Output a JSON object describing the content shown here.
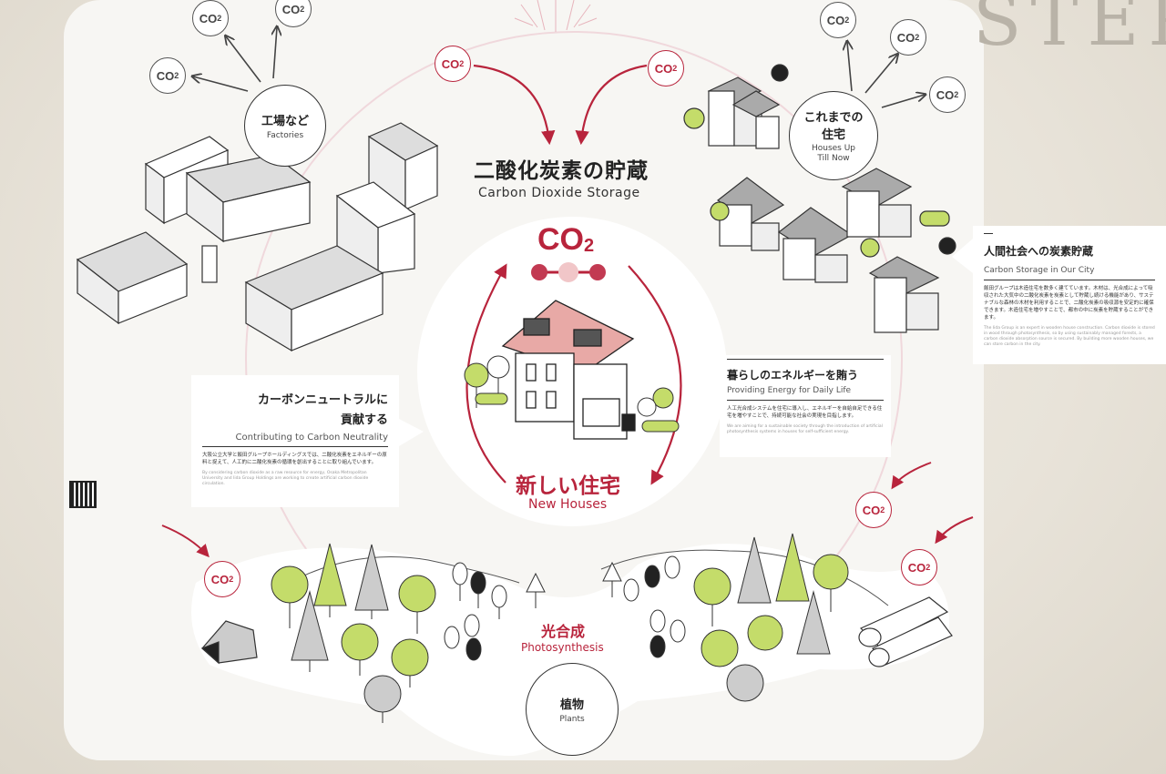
{
  "step_heading": "STEP",
  "co2_label": "CO",
  "co2_sub": "2",
  "factories": {
    "jp": "工場など",
    "en": "Factories"
  },
  "houses_up": {
    "jp1": "これまでの",
    "jp2": "住宅",
    "en1": "Houses Up",
    "en2": "Till Now"
  },
  "storage": {
    "jp": "二酸化炭素の貯蔵",
    "en": "Carbon Dioxide Storage"
  },
  "center_co2": {
    "main": "CO",
    "sub": "2"
  },
  "new_houses": {
    "jp": "新しい住宅",
    "en": "New Houses"
  },
  "photosynthesis": {
    "jp": "光合成",
    "en": "Photosynthesis"
  },
  "plants": {
    "jp": "植物",
    "en": "Plants"
  },
  "energy_box": {
    "title_jp": "暮らしのエネルギーを賄う",
    "title_en": "Providing Energy for Daily Life",
    "body_jp": "人工光合成システムを住宅に導入し、エネルギーを自給自足できる住宅を増やすことで、持続可能な社会の実現を目指します。",
    "body_en": "We are aiming for a sustainable society through the introduction of artificial photosynthesis systems in houses for self-sufficient energy."
  },
  "carbon_box": {
    "title_jp1": "カーボンニュートラルに",
    "title_jp2": "貢献する",
    "title_en": "Contributing to Carbon Neutrality",
    "body_jp": "大阪公立大学と飯田グループホールディングスでは、二酸化炭素をエネルギーの原料と捉えて、人工的に二酸化炭素の循環を創出することに取り組んでいます。",
    "body_en": "By considering carbon dioxide as a raw resource for energy, Osaka Metropolitan University and Iida Group Holdings are working to create artificial carbon dioxide circulation."
  },
  "city_box": {
    "title_jp": "人間社会への炭素貯蔵",
    "title_en": "Carbon Storage in Our City",
    "body_jp": "飯田グループは木造住宅を数多く建てています。木材は、光合成によって吸収された大気中の二酸化炭素を炭素として貯蔵し続ける機能があり、サステナブルな森林の木材を利用することで、二酸化炭素の吸収源を安定的に確保できます。木造住宅を増やすことで、都市の中に炭素を貯蔵することができます。",
    "body_en": "The Iida Group is an expert in wooden house construction. Carbon dioxide is stored in wood through photosynthesis, so by using sustainably managed forests, a carbon dioxide absorption source is secured. By building more wooden houses, we can store carbon in the city."
  },
  "colors": {
    "accent": "#b8243c",
    "tree_green": "#c4dc6a",
    "roof_pink": "#e8a9a6"
  }
}
